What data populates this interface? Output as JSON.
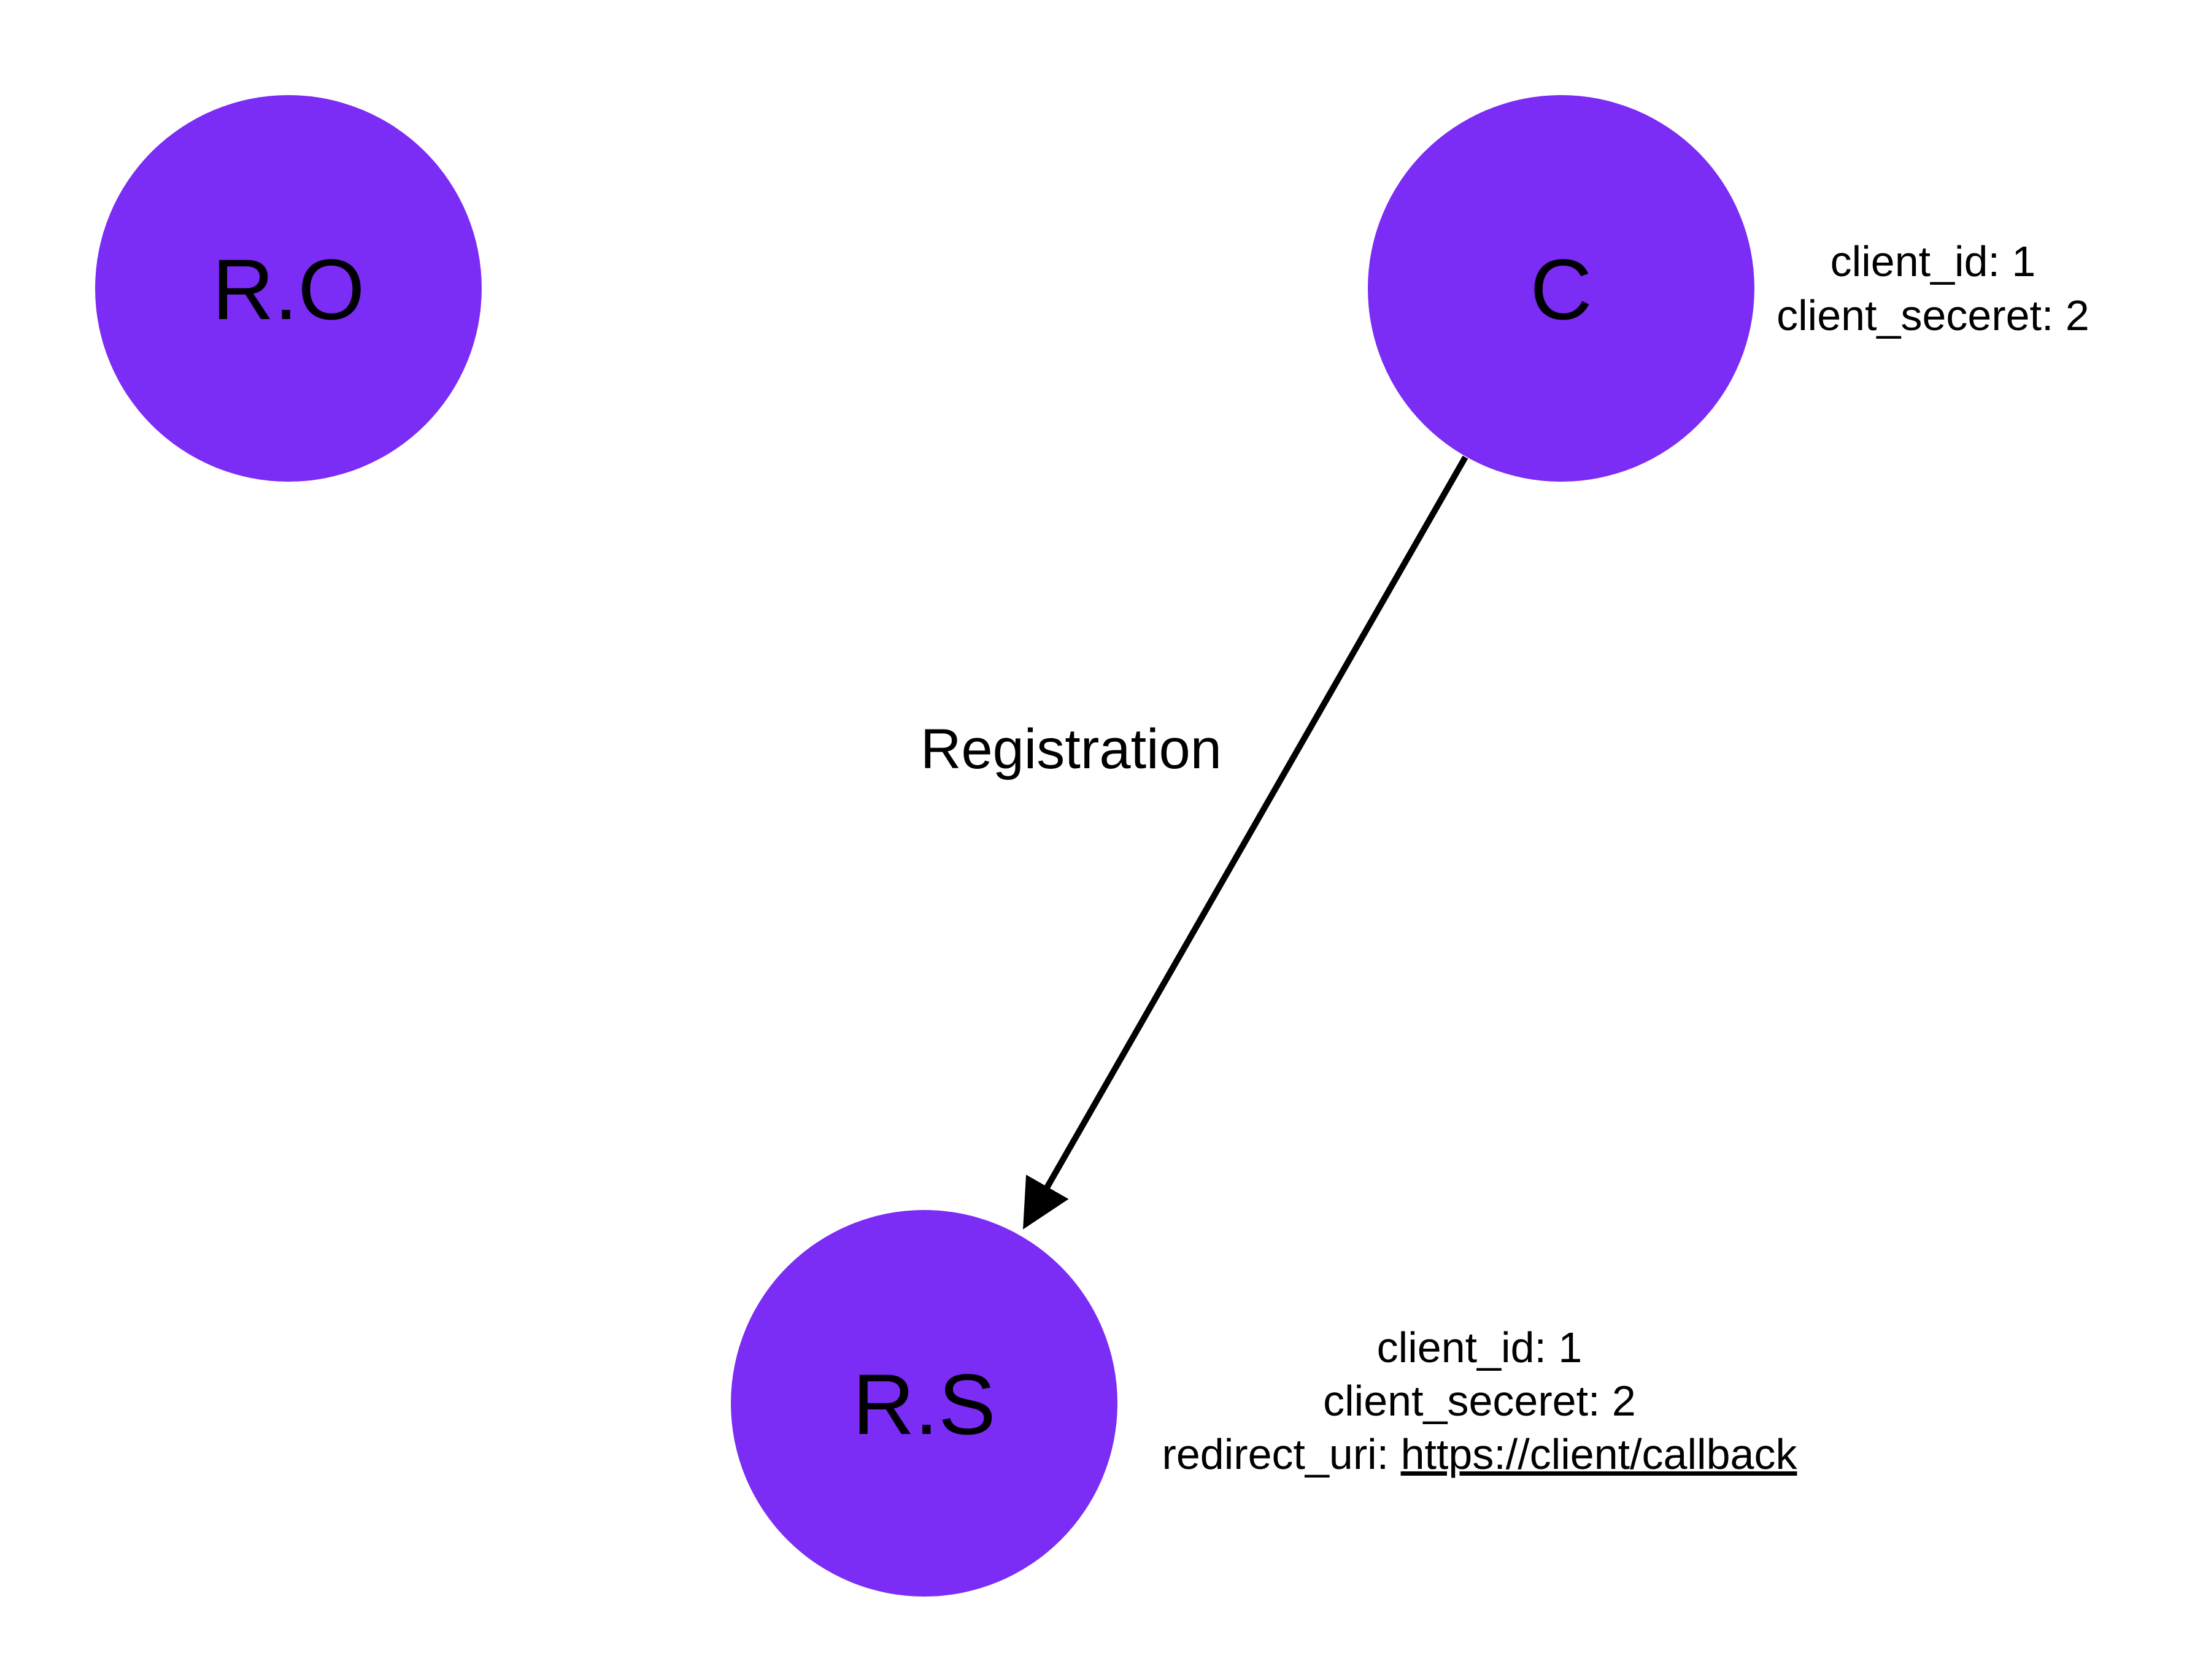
{
  "colors": {
    "node_fill": "#7B2CF5",
    "edge_stroke": "#000000",
    "text": "#000000"
  },
  "nodes": {
    "resource_owner": {
      "label": "R.O"
    },
    "client": {
      "label": "C"
    },
    "resource_server": {
      "label": "R.S"
    }
  },
  "edges": {
    "registration": {
      "label": "Registration",
      "from": "C",
      "to": "R.S"
    }
  },
  "client_note": {
    "line1": "client_id: 1",
    "line2": "client_seceret: 2"
  },
  "server_note": {
    "line1": "client_id: 1",
    "line2": "client_seceret: 2",
    "line3_key": "redirect_uri: ",
    "line3_link": "https://client/callback"
  }
}
